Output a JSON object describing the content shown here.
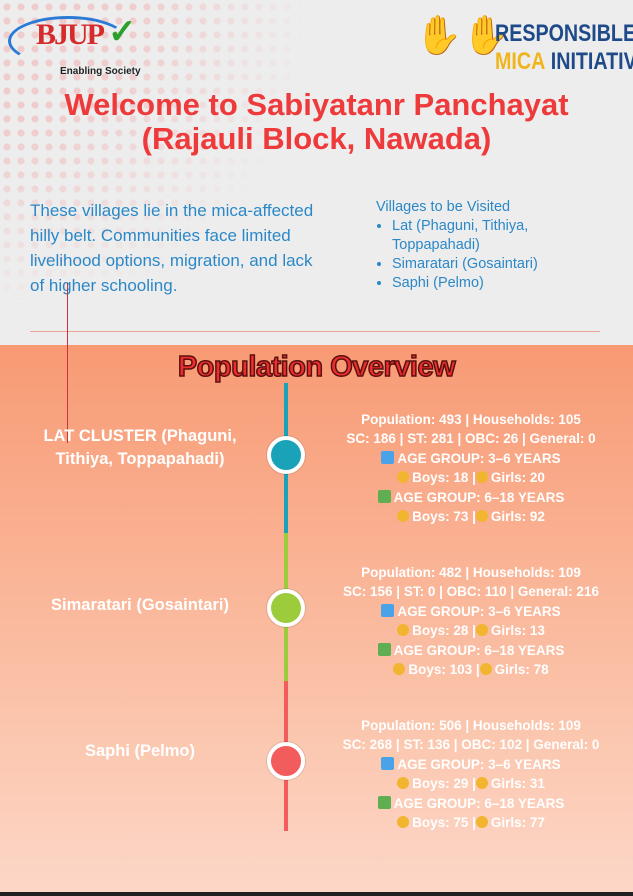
{
  "logos": {
    "left": {
      "text": "BJUP",
      "tagline": "Enabling Society"
    },
    "right": {
      "line1": "RESPONSIBLE",
      "line2a": "MICA",
      "line2b": "INITIATIVE"
    }
  },
  "title": {
    "line1": "Welcome to Sabiyatanr Panchayat",
    "line2": "(Rajauli Block, Nawada)"
  },
  "intro": "These villages lie in the mica-affected hilly belt. Communities face limited livelihood options, migration, and lack of higher schooling.",
  "visits": {
    "heading": "Villages to be Visited",
    "items": [
      "Lat (Phaguni, Tithiya, Toppapahadi)",
      "Simaratari (Gosaintari)",
      "Saphi (Pelmo)"
    ]
  },
  "overview_title": "Population Overview",
  "colors": {
    "age_3_6": "#4aa3e8",
    "age_6_18": "#5fae52",
    "node1": "#1aa3b8",
    "node2": "#9ccc3c",
    "node3": "#f25c5c"
  },
  "villages": [
    {
      "name": "LAT CLUSTER (Phaguni, Tithiya, Toppapahadi)",
      "line1": "Population: 493 | Households: 105",
      "line2": "SC: 186 | ST: 281 | OBC: 26 | General: 0",
      "age1": "AGE GROUP: 3–6 YEARS",
      "age1_counts": "Boys: 18 | Girls: 20",
      "age1_boys": "Boys: 18 |",
      "age1_girls": "Girls: 20",
      "age2": "AGE GROUP: 6–18 YEARS",
      "age2_boys": "Boys: 73 |",
      "age2_girls": "Girls: 92"
    },
    {
      "name": "Simaratari (Gosaintari)",
      "line1": "Population: 482 | Households: 109",
      "line2": "SC: 156 | ST: 0 | OBC: 110 | General: 216",
      "age1": "AGE GROUP: 3–6 YEARS",
      "age1_boys": "Boys: 28 |",
      "age1_girls": "Girls: 13",
      "age2": "AGE GROUP: 6–18 YEARS",
      "age2_boys": "Boys: 103 |",
      "age2_girls": "Girls: 78"
    },
    {
      "name": "Saphi (Pelmo)",
      "line1": "Population: 506 | Households: 109",
      "line2": "SC: 268 | ST: 136 | OBC: 102 | General: 0",
      "age1": "AGE GROUP: 3–6 YEARS",
      "age1_boys": "Boys: 29 |",
      "age1_girls": "Girls: 31",
      "age2": "AGE GROUP: 6–18 YEARS",
      "age2_boys": "Boys: 75 |",
      "age2_girls": "Girls: 77"
    }
  ]
}
